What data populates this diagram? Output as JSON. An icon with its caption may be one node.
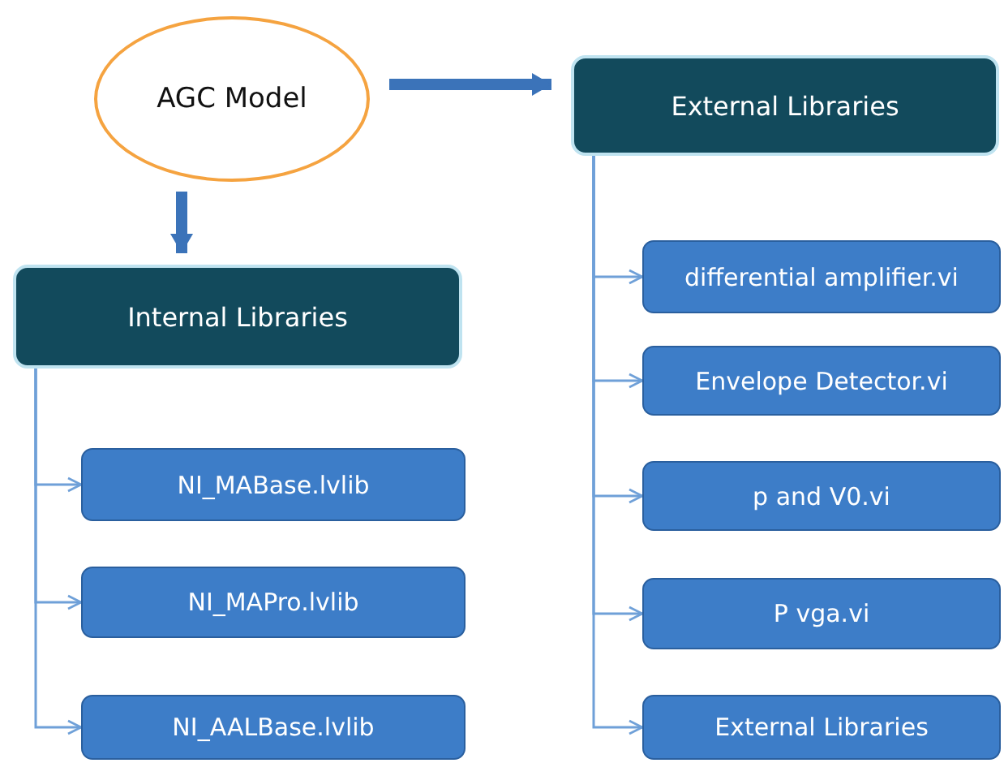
{
  "diagram": {
    "nodes": [
      {
        "text": [
          "AGC Model"
        ]
      },
      {
        "text": [
          "External Libraries"
        ]
      },
      {
        "text": [
          "Internal Libraries"
        ]
      },
      {
        "text": [
          "differential amplifier.vi"
        ]
      },
      {
        "text": [
          "Envelope Detector.vi"
        ]
      },
      {
        "text": [
          "p and V0.vi"
        ]
      },
      {
        "text": [
          "P vga.vi"
        ]
      },
      {
        "text": [
          "External Libraries"
        ]
      },
      {
        "text": [
          "NI_MABase.lvlib"
        ]
      },
      {
        "text": [
          "NI_MAPro.lvlib"
        ]
      },
      {
        "text": [
          "NI_AALBase.lvlib"
        ]
      }
    ],
    "edges": [
      {
        "from": 0,
        "to": 1,
        "arrow": "to",
        "style": "thick",
        "color": "#3b73b9"
      },
      {
        "from": 0,
        "to": 2,
        "arrow": "to",
        "style": "thick",
        "color": "#3b73b9"
      },
      {
        "from": 1,
        "to": 3,
        "arrow": "to"
      },
      {
        "from": 1,
        "to": 4,
        "arrow": "to"
      },
      {
        "from": 1,
        "to": 5,
        "arrow": "to"
      },
      {
        "from": 1,
        "to": 6,
        "arrow": "to"
      },
      {
        "from": 1,
        "to": 7,
        "arrow": "to"
      },
      {
        "from": 2,
        "to": 8,
        "arrow": "to"
      },
      {
        "from": 2,
        "to": 9,
        "arrow": "to"
      },
      {
        "from": 2,
        "to": 10,
        "arrow": "to"
      }
    ]
  }
}
